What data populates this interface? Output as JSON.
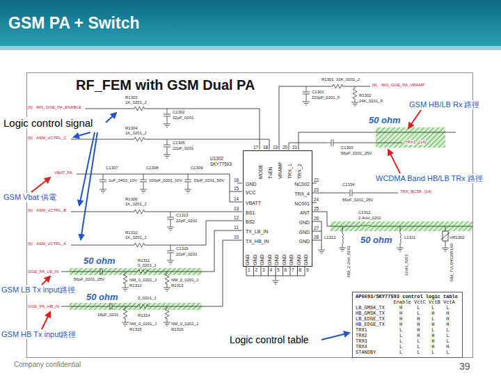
{
  "diagram": {
    "title": "GSM PA + Switch",
    "nodes": [
      {
        "text": [
          "RF_FEM with GSM Dual PA"
        ]
      },
      {
        "text": [
          "U1302",
          "SKY77593",
          "GND",
          "VCC",
          "VBATT",
          "BS1",
          "BS2",
          "TX_LB_IN",
          "TX_HB_IN",
          "NC002",
          "TRX_4",
          "NC001",
          "ANT",
          "GND",
          "GND",
          "GND",
          "MODE",
          "TxEN",
          "VRAMP",
          "TRX_1",
          "TRX_2",
          "GND",
          "GND",
          "GND",
          "GND",
          "GND",
          "GND",
          "GND",
          "GND",
          "GND"
        ],
        "in": 0
      },
      {
        "text": [
          "AP6693/SKY77593 control logic table",
          "Enable VctC VctB VctA",
          "LB_GMSK_TX     H     L    L    L",
          "HB_GMSK_TX     H     L    H    H",
          "LB_EDGE_TX     H     H    L    H",
          "HB_EDGE_TX     H     H    H    H",
          "TRX1           L     H    L    L",
          "TRX2           L     H    H    L",
          "TRX3           L     L    H    L",
          "TRX4           L     L    H    H",
          "STANDBY        L     L    L    L"
        ],
        "in": 0
      }
    ],
    "labels": [
      "Logic control signal",
      "GSM Vbat 供電",
      "GSM LB Tx input路徑",
      "GSM HB Tx input路徑",
      "GSM HB/LB Rx 路徑",
      "WCDMA Band HB/LB TRx 路徑",
      "Logic control table",
      "Company confidential",
      "39",
      "[6]",
      "WG_GGE_PA_ENABLE",
      "[6]",
      "ASM_VCTRL_C",
      "VBAT_PA",
      "[6]",
      "ASM_VCTRL_B",
      "[6]",
      "ASM_VCTRL_A",
      "GGE_PA_LB_IN",
      "GGE_PA_HB_IN",
      "[6]",
      "WG_GGE_PA_VRAMP",
      "TRX1",
      "[14]",
      "TRX_BC58",
      "[14]",
      "R1303",
      "1K_0201_J",
      "C1302",
      "22pF_0201",
      "R1304",
      "1K_0201_J",
      "C1305",
      "22pF_0201",
      "C1307",
      "1uF_0402_10V",
      "C1308",
      "100pF_0201_10V",
      "C1309",
      "33pF_0201_50V",
      "R1306",
      "1K_0201_J",
      "C1313",
      "22pF_0201",
      "R1310",
      "1K_0201_J",
      "C1315",
      "22pF_0201",
      "56pF_0201_25V",
      "R1311",
      "0_0201_J",
      "NM_0_0201_J",
      "R1312",
      "NM_0_0201_J",
      "R1313",
      "18pF_0201",
      "0_0201_J",
      "R1314",
      "NM_0_0201_J",
      "R1315",
      "NM_0_0201_J",
      "R1316",
      "C1301",
      "220pF_0201_F",
      "R1301",
      "10K_0201_J",
      "R1302",
      "24K_0201_F",
      "C1303",
      "56pF_0201_25V",
      "C1334",
      "56pF_0201_25V",
      "C1312",
      "2.4nH_0201",
      "L1312",
      "NM_2.2nH_0201",
      "L1311",
      "22nH_0201",
      "VR1302",
      "NM_TVL0402081A0",
      "50 ohm",
      "50 ohm",
      "50 ohm",
      "50 ohm",
      "16",
      "15",
      "14",
      "13",
      "12",
      "11",
      "10",
      "17",
      "18",
      "19",
      "20",
      "21",
      "22",
      "23",
      "24",
      "25",
      "26",
      "27",
      "28",
      "1",
      "2",
      "3",
      "4",
      "5",
      "6",
      "7",
      "8",
      "9"
    ]
  }
}
